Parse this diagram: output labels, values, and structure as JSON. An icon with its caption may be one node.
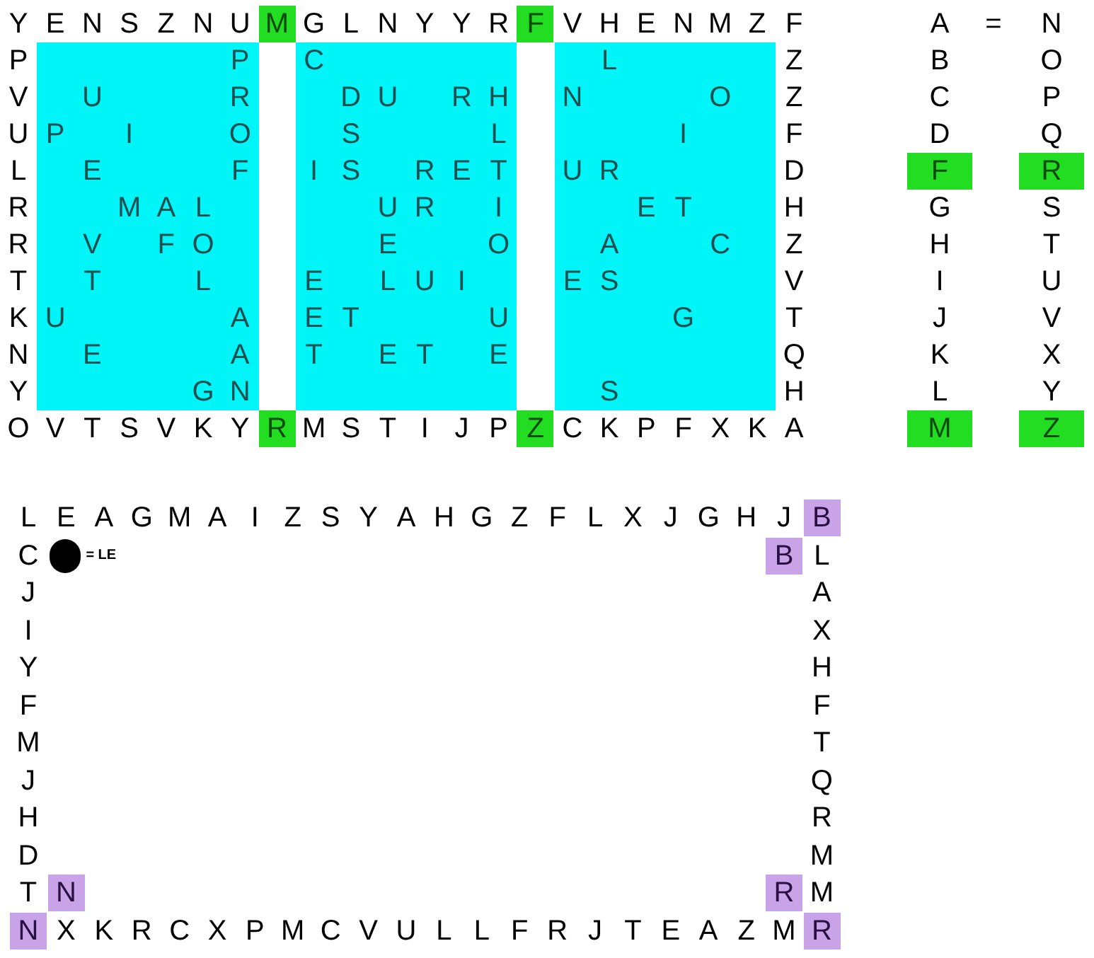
{
  "diagram": {
    "nodes": [
      {
        "text": [
          "M"
        ]
      },
      {
        "text": [
          "F"
        ]
      },
      {
        "text": [
          "P",
          "U",
          "R",
          "P",
          "I",
          "O",
          "E",
          "F",
          "M",
          "A",
          "L",
          "V",
          "F",
          "O",
          "T",
          "L",
          "U",
          "A",
          "E",
          "A",
          "G",
          "N"
        ]
      },
      {
        "text": [
          "C",
          "D",
          "U",
          "R",
          "H",
          "S",
          "L",
          "I",
          "S",
          "R",
          "E",
          "T",
          "U",
          "R",
          "I",
          "E",
          "O",
          "E",
          "L",
          "U",
          "I",
          "E",
          "T",
          "U",
          "T",
          "E",
          "T",
          "E"
        ]
      },
      {
        "text": [
          "L",
          "N",
          "O",
          "I",
          "U",
          "R",
          "E",
          "T",
          "A",
          "C",
          "E",
          "S",
          "G",
          "S"
        ]
      },
      {
        "text": [
          "R"
        ]
      },
      {
        "text": [
          "Z"
        ]
      },
      {
        "text": [
          "F"
        ]
      },
      {
        "text": [
          "R"
        ]
      },
      {
        "text": [
          "M"
        ]
      },
      {
        "text": [
          "Z"
        ]
      },
      {
        "text": [
          "B"
        ]
      },
      {
        "text": [],
        "shape": "circle",
        "beside": [
          "= LE"
        ]
      },
      {
        "text": [
          "B"
        ]
      },
      {
        "text": [
          "N"
        ]
      },
      {
        "text": [
          "R"
        ]
      },
      {
        "text": [
          "N"
        ]
      },
      {
        "text": [
          "R"
        ]
      }
    ],
    "labels": [
      "Y",
      "E",
      "N",
      "S",
      "Z",
      "N",
      "U",
      "G",
      "L",
      "N",
      "Y",
      "Y",
      "R",
      "V",
      "H",
      "E",
      "N",
      "M",
      "Z",
      "F",
      "P",
      "Z",
      "V",
      "Z",
      "U",
      "F",
      "L",
      "D",
      "R",
      "H",
      "R",
      "Z",
      "T",
      "V",
      "K",
      "T",
      "N",
      "Q",
      "Y",
      "H",
      "O",
      "V",
      "T",
      "S",
      "V",
      "K",
      "Y",
      "M",
      "S",
      "T",
      "I",
      "J",
      "P",
      "C",
      "K",
      "P",
      "F",
      "X",
      "K",
      "A",
      "A",
      "=",
      "N",
      "B",
      "O",
      "C",
      "P",
      "D",
      "Q",
      "G",
      "S",
      "H",
      "T",
      "I",
      "U",
      "J",
      "V",
      "K",
      "X",
      "L",
      "Y",
      "L",
      "E",
      "A",
      "G",
      "M",
      "A",
      "I",
      "Z",
      "S",
      "Y",
      "A",
      "H",
      "G",
      "Z",
      "F",
      "L",
      "X",
      "J",
      "G",
      "H",
      "J",
      "C",
      "L",
      "J",
      "A",
      "I",
      "X",
      "Y",
      "H",
      "F",
      "F",
      "M",
      "T",
      "J",
      "Q",
      "H",
      "R",
      "D",
      "M",
      "T",
      "M",
      "X",
      "K",
      "R",
      "C",
      "X",
      "P",
      "M",
      "C",
      "V",
      "U",
      "L",
      "L",
      "F",
      "R",
      "J",
      "T",
      "E",
      "A",
      "Z",
      "M"
    ]
  }
}
